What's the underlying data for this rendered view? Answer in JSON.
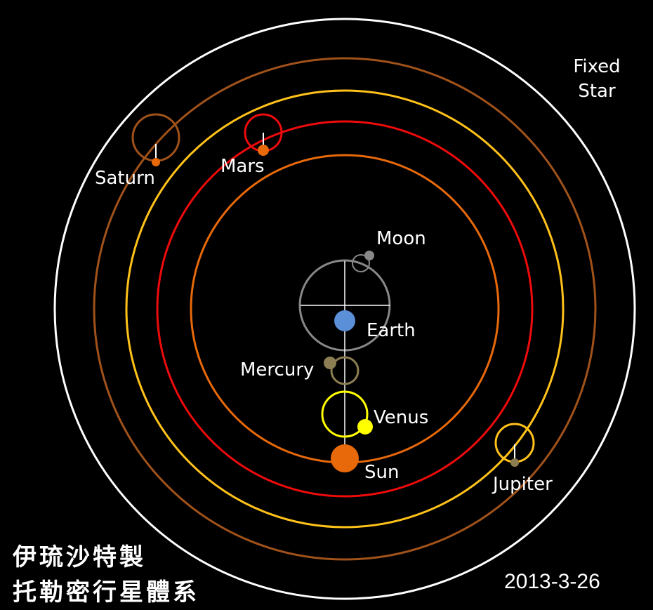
{
  "labels": {
    "fixed_star_line1": "Fixed",
    "fixed_star_line2": "Star",
    "saturn": "Saturn",
    "mars": "Mars",
    "moon": "Moon",
    "earth": "Earth",
    "mercury": "Mercury",
    "venus": "Venus",
    "sun": "Sun",
    "jupiter": "Jupiter"
  },
  "caption": {
    "author_line": "伊琉沙特製",
    "title_line": "托勒密行星體系"
  },
  "date": "2013-3-26",
  "colors": {
    "background": "#000000",
    "fixed_star": "#ffffff",
    "saturn": "#a0521a",
    "jupiter": "#ffc21a",
    "mars": "#ee0b0b",
    "sun": "#e8690a",
    "venus": "#ffff00",
    "mercury": "#8c7e52",
    "moon": "#888888",
    "earth": "#5b8fd8",
    "earth_orbit": "#888888",
    "crosshair": "#ffffff"
  }
}
